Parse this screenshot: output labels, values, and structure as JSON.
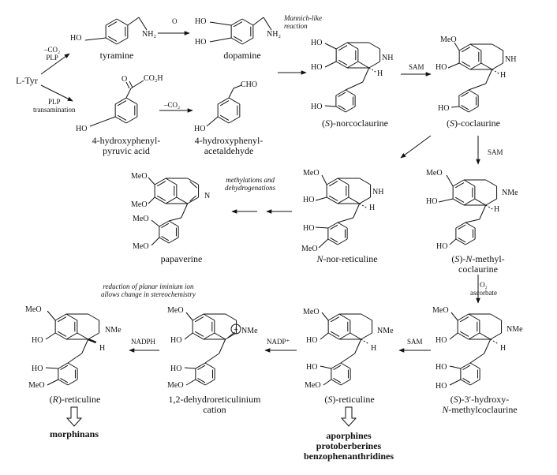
{
  "compounds": {
    "tyramine": "tyramine",
    "dopamine": "dopamine",
    "hppa": [
      "4-hydroxyphenyl-",
      "pyruvic acid"
    ],
    "hpaa": [
      "4-hydroxyphenyl-",
      "acetaldehyde"
    ],
    "norcoclaurine": [
      "(",
      "S",
      ")-norcoclaurine"
    ],
    "coclaurine": [
      "(",
      "S",
      ")-coclaurine"
    ],
    "nmc": [
      "(",
      "S",
      ")-",
      "N",
      "-methyl-",
      "coclaurine"
    ],
    "hnmc": [
      "(",
      "S",
      ")-3′-hydroxy-",
      "N",
      "-methylcoclaurine"
    ],
    "s_reticuline": [
      "(",
      "S",
      ")-reticuline"
    ],
    "dehydro": [
      "1,2-dehydroreticulinium",
      "cation"
    ],
    "r_reticuline": [
      "(",
      "R",
      ")-reticuline"
    ],
    "nor_reticuline": [
      "N",
      "-nor-reticuline"
    ],
    "papaverine": "papaverine",
    "l_tyr": "L-Tyr"
  },
  "reagents": {
    "co2_plp": [
      "–CO₂",
      "PLP"
    ],
    "plp_trans": [
      "PLP",
      "transamination"
    ],
    "o": "O",
    "co2": "–CO₂",
    "mannich": [
      "Mannich-like",
      "reaction"
    ],
    "sam": "SAM",
    "o2": "O₂",
    "ascorbate": "ascorbate",
    "nadp": "NADP⁺",
    "nadph": "NADPH",
    "methylations": [
      "methylations and",
      "dehydrogenations"
    ],
    "reduction_note": [
      "reduction of planar iminium ion",
      "allows change in stereochemistry"
    ]
  },
  "groups": {
    "ho": "HO",
    "meo": "MeO",
    "nh": "NH",
    "nh2": "NH₂",
    "nme": "NMe",
    "h": "H",
    "n": "N",
    "cho": "CHO",
    "co2h": "CO₂H",
    "o": "O",
    "plus": "+"
  },
  "products": {
    "morphinans": "morphinans",
    "aporphines": "aporphines",
    "protoberberines": "protoberberines",
    "benzophenanthridines": "benzophenanthridines"
  }
}
